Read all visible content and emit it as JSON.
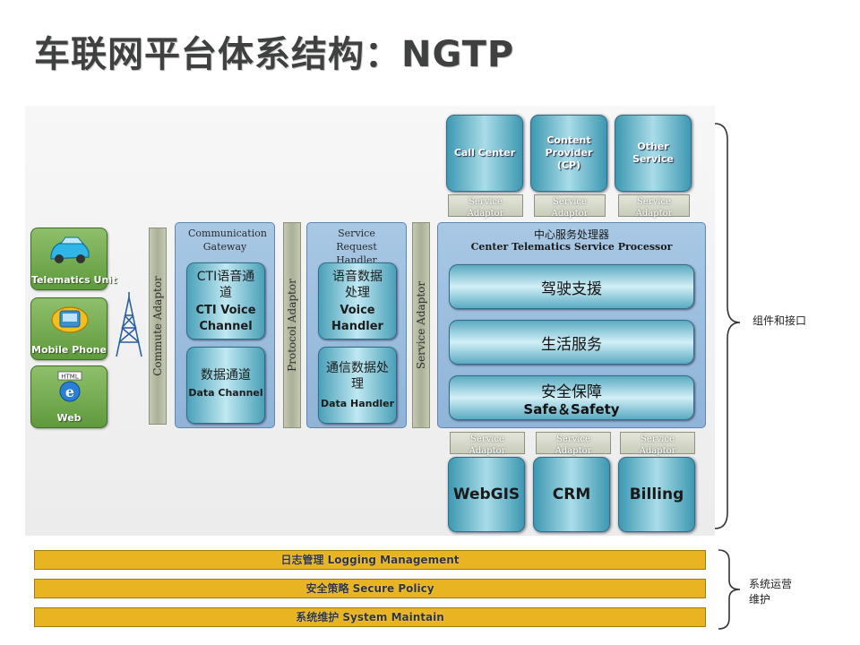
{
  "title": "车联网平台体系结构：NGTP",
  "devices": [
    {
      "label": "Telematics Unit",
      "icon": "car-icon"
    },
    {
      "label": "Mobile Phone",
      "icon": "mobile-phone-icon"
    },
    {
      "label": "Web",
      "icon": "web-browser-icon",
      "icon_text": "HTML"
    }
  ],
  "adaptors": {
    "commute": "Commute Adaptor",
    "protocol": "Protocol Adaptor",
    "service": "Service Adaptor"
  },
  "communication_gateway": {
    "title": "Communication Gateway",
    "cti": {
      "cn": "CTI语音通道",
      "en": "CTI Voice Channel"
    },
    "data": {
      "cn": "数据通道",
      "en": "Data Channel"
    }
  },
  "service_request_handler": {
    "title": "Service Request Handler",
    "voice": {
      "cn": "语音数据处理",
      "en": "Voice Handler"
    },
    "data": {
      "cn": "通信数据处理",
      "en": "Data Handler"
    }
  },
  "top_services": [
    {
      "label": "Call Center"
    },
    {
      "label": "Content Provider (CP)"
    },
    {
      "label": "Other Service"
    }
  ],
  "service_adaptor_label": "Service Adaptor",
  "center_processor": {
    "title_cn": "中心服务处理器",
    "title_en": "Center Telematics Service Processor",
    "rows": [
      {
        "cn": "驾驶支援",
        "en": ""
      },
      {
        "cn": "生活服务",
        "en": ""
      },
      {
        "cn": "安全保障",
        "en": "Safe＆Safety"
      }
    ]
  },
  "bottom_services": [
    {
      "label": "WebGIS"
    },
    {
      "label": "CRM"
    },
    {
      "label": "Billing"
    }
  ],
  "brace_labels": {
    "components": "组件和接口",
    "operations": "系统运营维护"
  },
  "bands": [
    {
      "label": "日志管理 Logging Management"
    },
    {
      "label": "安全策略 Secure Policy"
    },
    {
      "label": "系统维护 System Maintain"
    }
  ],
  "colors": {
    "device_green": "#6fa84a",
    "panel_blue": "#9abcdc",
    "service_teal": "#3e98b2",
    "band_gold": "#e8b421",
    "adaptor_gray": "#c4c9b4"
  }
}
